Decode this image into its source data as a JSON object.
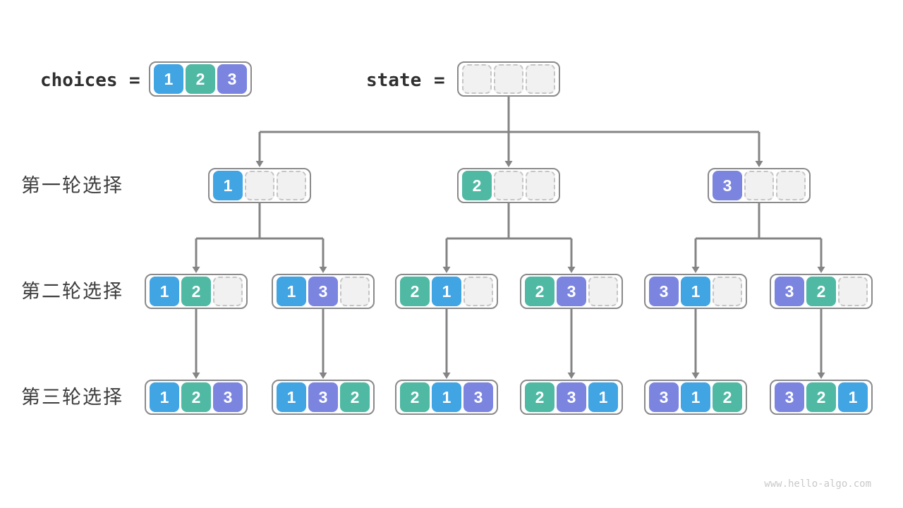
{
  "header": {
    "choices_label": "choices",
    "state_label": "state",
    "equals": "=",
    "choices_values": [
      1,
      2,
      3
    ],
    "state_slots": 3
  },
  "rows": [
    {
      "label": "第一轮选择",
      "boxes": [
        [
          1,
          null,
          null
        ],
        [
          2,
          null,
          null
        ],
        [
          3,
          null,
          null
        ]
      ]
    },
    {
      "label": "第二轮选择",
      "boxes": [
        [
          1,
          2,
          null
        ],
        [
          1,
          3,
          null
        ],
        [
          2,
          1,
          null
        ],
        [
          2,
          3,
          null
        ],
        [
          3,
          1,
          null
        ],
        [
          3,
          2,
          null
        ]
      ]
    },
    {
      "label": "第三轮选择",
      "boxes": [
        [
          1,
          2,
          3
        ],
        [
          1,
          3,
          2
        ],
        [
          2,
          1,
          3
        ],
        [
          2,
          3,
          1
        ],
        [
          3,
          1,
          2
        ],
        [
          3,
          2,
          1
        ]
      ]
    }
  ],
  "palette": {
    "1": "#41a4e3",
    "2": "#4fb9a4",
    "3": "#7b85e0"
  },
  "style": {
    "arrow_color": "#848484",
    "box_border": "#8a8a8a",
    "empty_fill": "#f1f1f1",
    "empty_border": "#c5c5c5",
    "label_color": "#3d3d3d",
    "code_color": "#2f2f2f",
    "watermark_color": "#c9c9c9"
  },
  "watermark": "www.hello-algo.com"
}
